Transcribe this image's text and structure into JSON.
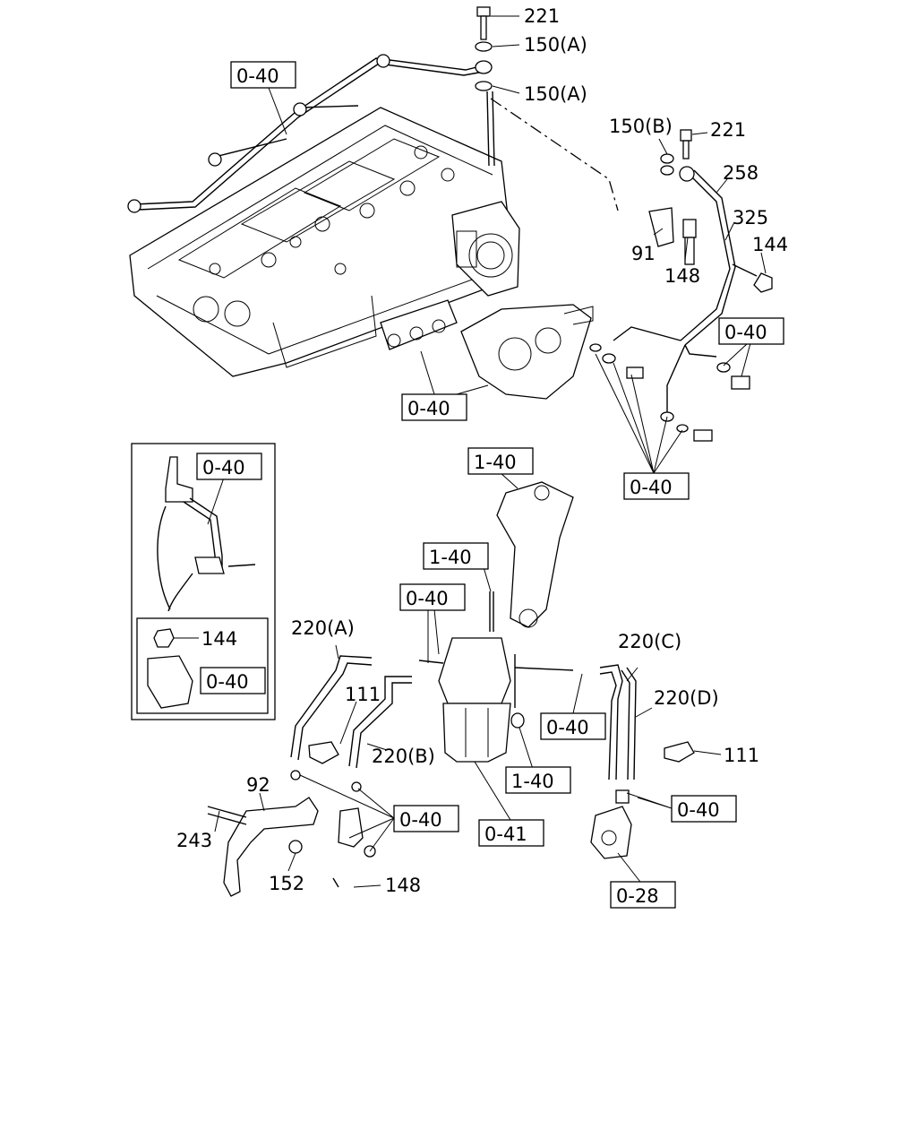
{
  "callouts": {
    "c221_top": "221",
    "c150a_1": "150(A)",
    "c150a_2": "150(A)",
    "ref_040_a": "0-40",
    "c150b": "150(B)",
    "c221_r": "221",
    "c258": "258",
    "c325": "325",
    "c144_r": "144",
    "c91": "91",
    "c148_r": "148",
    "ref_040_b": "0-40",
    "ref_040_c": "0-40",
    "ref_040_d": "0-40",
    "ref_040_inset1": "0-40",
    "c144_inset": "144",
    "ref_040_inset2": "0-40",
    "ref_140_a": "1-40",
    "ref_140_b": "1-40",
    "ref_040_e": "0-40",
    "c220a": "220(A)",
    "c220c": "220(C)",
    "c220d": "220(D)",
    "c111_l": "111",
    "c220b": "220(B)",
    "ref_040_f": "0-40",
    "ref_140_c": "1-40",
    "c111_r": "111",
    "c92": "92",
    "c243": "243",
    "ref_040_g": "0-40",
    "ref_041": "0-41",
    "ref_040_h": "0-40",
    "c152": "152",
    "c148_b": "148",
    "ref_028": "0-28"
  }
}
